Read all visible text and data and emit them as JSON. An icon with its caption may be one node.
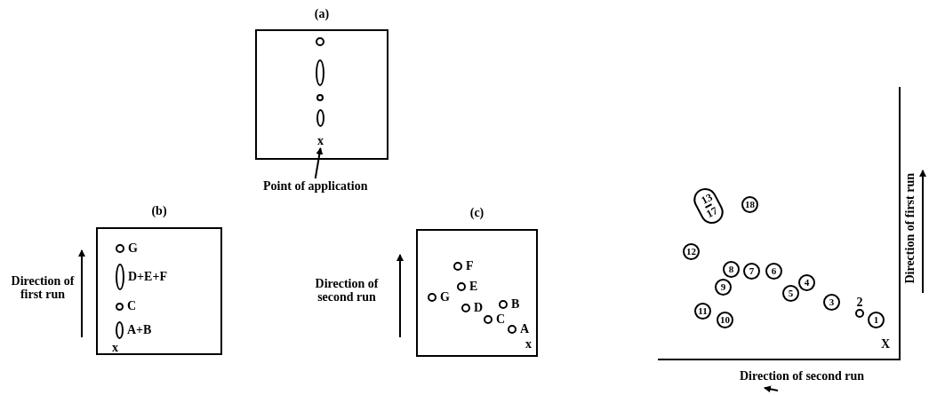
{
  "diagram": {
    "nodes": [
      {
        "text": [
          "(a)"
        ]
      },
      {
        "text": [],
        "shape": "circle",
        "in": 0
      },
      {
        "text": [],
        "shape": "ellipse",
        "in": 0
      },
      {
        "text": [],
        "shape": "circle",
        "in": 0
      },
      {
        "text": [],
        "shape": "ellipse",
        "in": 0
      },
      {
        "text": [
          "x"
        ],
        "in": 0
      },
      {
        "text": [
          "Point of application"
        ]
      },
      {
        "text": [
          "(b)"
        ]
      },
      {
        "text": [],
        "shape": "circle",
        "beside": [
          "G"
        ],
        "in": 7
      },
      {
        "text": [],
        "shape": "ellipse",
        "beside": [
          "D+E+F"
        ],
        "in": 7
      },
      {
        "text": [],
        "shape": "circle",
        "beside": [
          "C"
        ],
        "in": 7
      },
      {
        "text": [],
        "shape": "ellipse",
        "beside": [
          "A+B"
        ],
        "in": 7
      },
      {
        "text": [
          "(c)"
        ]
      },
      {
        "text": [],
        "shape": "circle",
        "beside": [
          "F"
        ],
        "in": 12
      },
      {
        "text": [],
        "shape": "circle",
        "beside": [
          "E"
        ],
        "in": 12
      },
      {
        "text": [],
        "shape": "circle",
        "beside": [
          "G"
        ],
        "in": 12
      },
      {
        "text": [],
        "shape": "circle",
        "beside": [
          "D"
        ],
        "in": 12
      },
      {
        "text": [],
        "shape": "circle",
        "beside": [
          "B"
        ],
        "in": 12
      },
      {
        "text": [],
        "shape": "circle",
        "beside": [
          "C"
        ],
        "in": 12
      },
      {
        "text": [],
        "shape": "circle",
        "beside": [
          "A"
        ],
        "in": 12
      },
      {
        "text": [
          "13",
          "17"
        ]
      },
      {
        "text": [
          "18"
        ]
      },
      {
        "text": [
          "12"
        ]
      },
      {
        "text": [
          "8"
        ]
      },
      {
        "text": [
          "7"
        ]
      },
      {
        "text": [
          "6"
        ]
      },
      {
        "text": [
          "4"
        ]
      },
      {
        "text": [
          "9"
        ]
      },
      {
        "text": [
          "5"
        ]
      },
      {
        "text": [
          "3"
        ]
      },
      {
        "text": [],
        "shape": "circle",
        "beside": [
          "2"
        ]
      },
      {
        "text": [
          "11"
        ]
      },
      {
        "text": [
          "1"
        ]
      },
      {
        "text": [
          "10"
        ]
      }
    ],
    "edges": [
      {
        "from": 6,
        "to": 5,
        "arrow": "to"
      }
    ],
    "labels": [
      "Direction of first run",
      "x",
      "Direction of second run",
      "x",
      "Direction of first run",
      "X",
      "Direction of second run"
    ]
  }
}
